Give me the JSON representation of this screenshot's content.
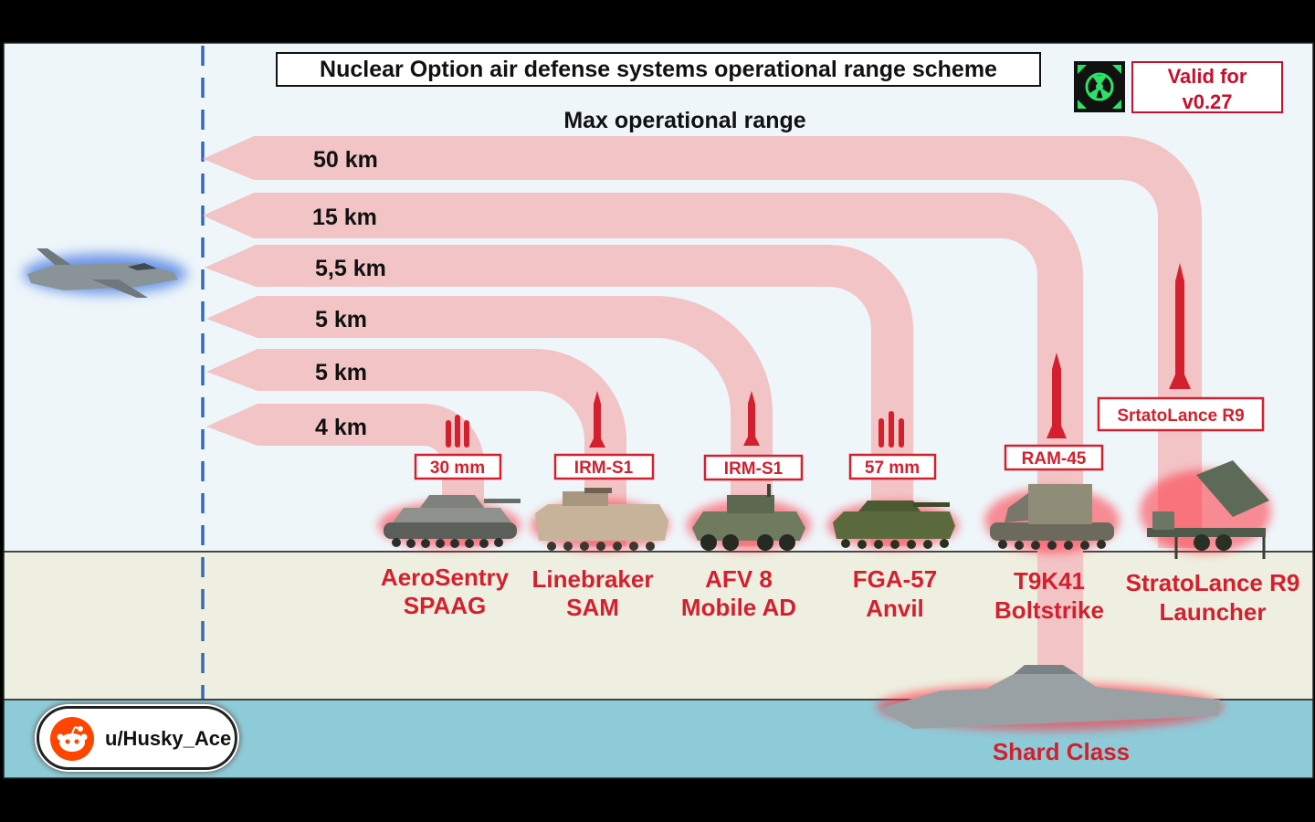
{
  "title": "Nuclear Option air defense systems operational range scheme",
  "valid_for": [
    "Valid for",
    "v0.27"
  ],
  "max_range_label": "Max operational range",
  "author": "u/Husky_Ace",
  "colors": {
    "sky": "#eef6fa",
    "ground": "#eeefe0",
    "sea": "#8ecbd8",
    "arrow": "#f2c4c6",
    "accent": "#d4202e",
    "dashed_line": "#3a68b6"
  },
  "ranges": [
    {
      "label": "50 km"
    },
    {
      "label": "15 km"
    },
    {
      "label": "5,5 km"
    },
    {
      "label": "5 km"
    },
    {
      "label": "5 km"
    },
    {
      "label": "4 km"
    }
  ],
  "systems": [
    {
      "name": [
        "AeroSentry",
        "SPAAG"
      ],
      "weapon": "30 mm",
      "weapon_icon": "shells-icon"
    },
    {
      "name": [
        "Linebraker",
        "SAM"
      ],
      "weapon": "IRM-S1",
      "weapon_icon": "missile-icon"
    },
    {
      "name": [
        "AFV 8",
        "Mobile AD"
      ],
      "weapon": "IRM-S1",
      "weapon_icon": "missile-icon"
    },
    {
      "name": [
        "FGA-57",
        "Anvil"
      ],
      "weapon": "57 mm",
      "weapon_icon": "shells-icon"
    },
    {
      "name": [
        "T9K41",
        "Boltstrike"
      ],
      "weapon": "RAM-45",
      "weapon_icon": "missile-icon"
    },
    {
      "name": [
        "StratoLance R9",
        "Launcher"
      ],
      "weapon": "SrtatoLance R9",
      "weapon_icon": "missile-icon"
    }
  ],
  "ship": {
    "name": "Shard Class"
  }
}
